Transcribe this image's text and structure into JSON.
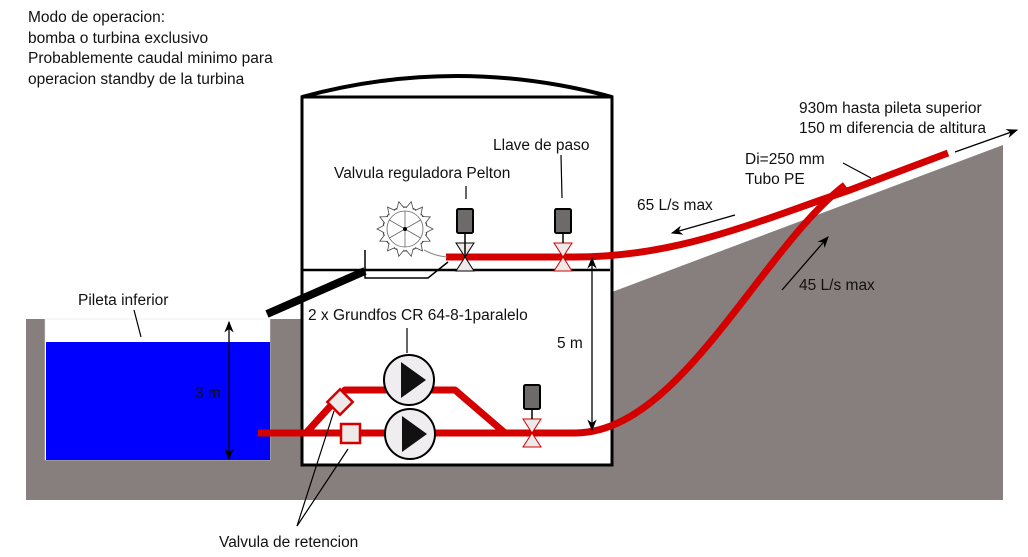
{
  "title": "Esquema de bombeo / turbinado",
  "notes": [
    "Modo de operacion:",
    "bomba o turbina exclusivo",
    "Probablemente caudal minimo para",
    "operacion standby de la turbina"
  ],
  "labels": {
    "upper_line1": "930m hasta pileta superior",
    "upper_line2": "150 m diferencia de altitura",
    "pipe_line1": "Di=250 mm",
    "pipe_line2": "Tubo PE",
    "flow_turbine": "65 L/s max",
    "flow_pump": "45 L/s max",
    "gate_valve": "Llave de paso",
    "pelton_valve": "Valvula reguladora Pelton",
    "lower_pool": "Pileta inferior",
    "pumps": "2 x Grundfos CR 64-8-1paralelo",
    "pool_depth": "3 m",
    "height_diff": "5 m",
    "check_valves": "Valvula de retencion"
  },
  "colors": {
    "ground": "#877f7d",
    "water": "#0000ff",
    "pipe": "#d40000",
    "actuator": "#6f6a6a",
    "valve_fill": "#efe9e9",
    "outline": "#000000"
  }
}
